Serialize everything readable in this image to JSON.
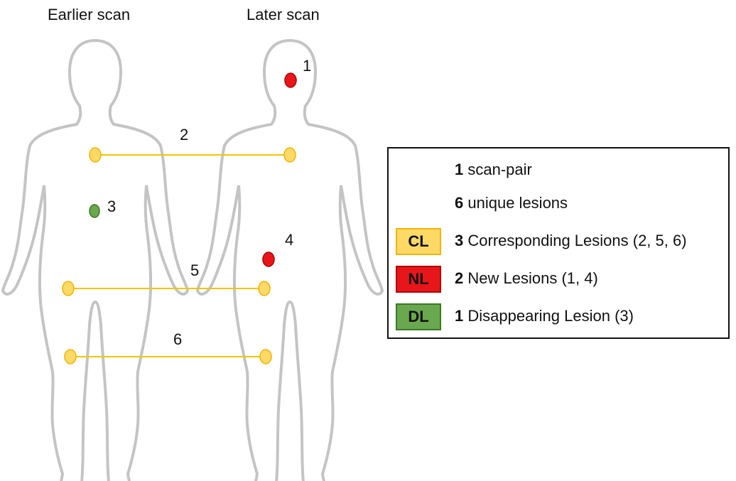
{
  "titles": {
    "earlier": "Earlier scan",
    "later": "Later scan"
  },
  "colors": {
    "body_outline": "#c4c4c4",
    "corresponding": "#ffd966",
    "corresponding_border": "#f0b400",
    "new": "#e8161b",
    "new_border": "#b00000",
    "disappearing": "#6aa84f",
    "disappearing_border": "#3d7a24",
    "link_line": "#f5c400"
  },
  "lesions": {
    "l1": {
      "label": "1",
      "type": "new"
    },
    "l2": {
      "label": "2",
      "type": "corresponding"
    },
    "l3": {
      "label": "3",
      "type": "disappearing"
    },
    "l4": {
      "label": "4",
      "type": "new"
    },
    "l5": {
      "label": "5",
      "type": "corresponding"
    },
    "l6": {
      "label": "6",
      "type": "corresponding"
    }
  },
  "legend": {
    "rows": [
      {
        "count": "1",
        "text": "scan-pair"
      },
      {
        "count": "6",
        "text": "unique lesions"
      },
      {
        "badge": "CL",
        "count": "3",
        "text": "Corresponding Lesions (2, 5, 6)"
      },
      {
        "badge": "NL",
        "count": "2",
        "text": "New Lesions (1, 4)"
      },
      {
        "badge": "DL",
        "count": "1",
        "text": "Disappearing Lesion (3)"
      }
    ]
  }
}
